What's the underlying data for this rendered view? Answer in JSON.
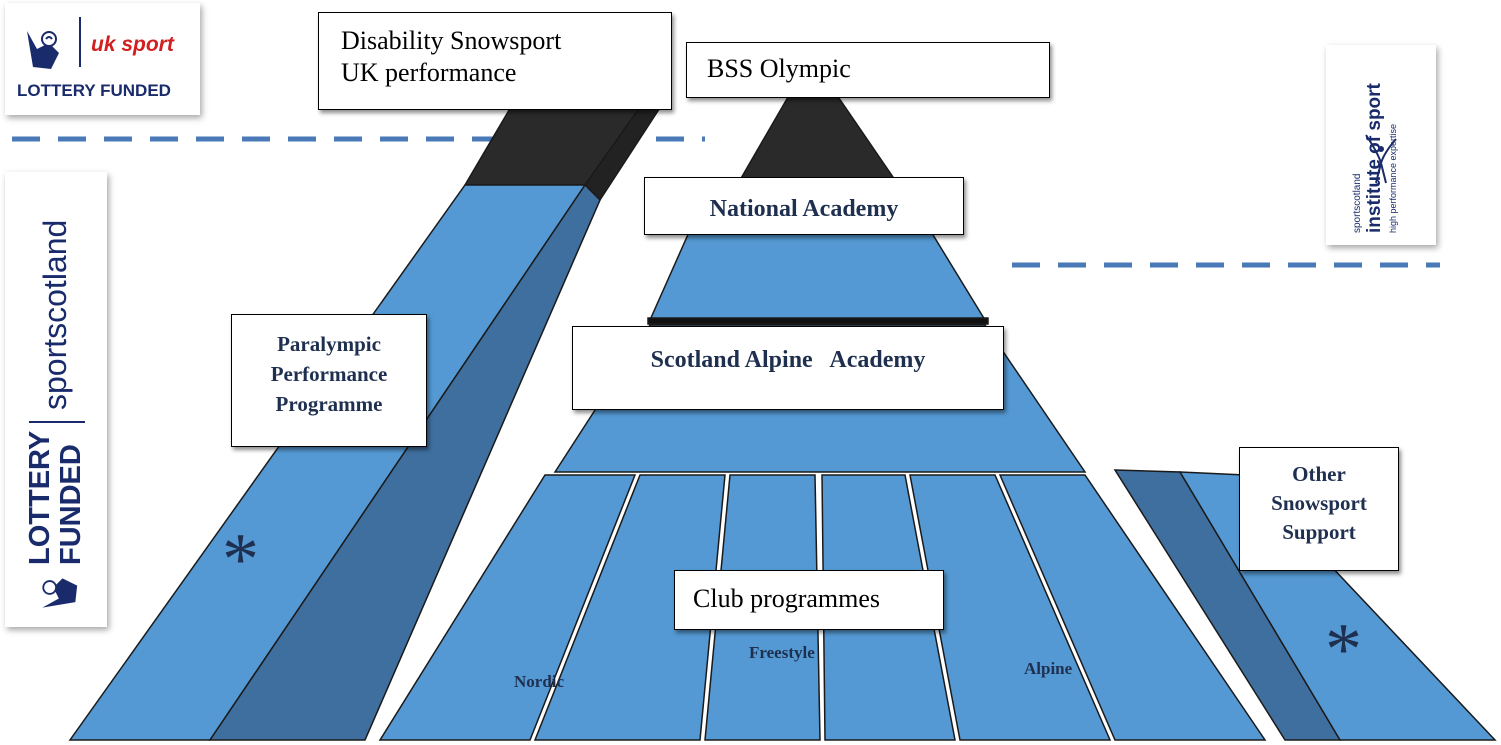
{
  "pyramid": {
    "top": "BSS Olympic",
    "level2": "National Academy",
    "level3": "Scotland Alpine   Academy",
    "base": "Club programmes",
    "segments": [
      "Nordic",
      "Freestyle",
      "Alpine"
    ]
  },
  "paralympic": {
    "top": "Disability Snowsport\nUK performance",
    "label": "Paralympic\nPerformance\nProgramme",
    "marker": "*"
  },
  "other": {
    "label": "Other\nSnowsport\nSupport",
    "marker": "*"
  },
  "logos": {
    "uk_sport_name": "uk sport",
    "uk_sport_funding": "LOTTERY FUNDED",
    "sportscotland_name": "sportscotland",
    "sportscotland_funding": "LOTTERY\nFUNDED",
    "institute_name": "institute of sport",
    "institute_tagline": "high performance expertise",
    "institute_org": "sportscotland"
  },
  "colors": {
    "blue": "#5499d3",
    "dark_blue": "#3f6f9f",
    "black_top": "#2a2a2a",
    "dash": "#4a79b8"
  }
}
